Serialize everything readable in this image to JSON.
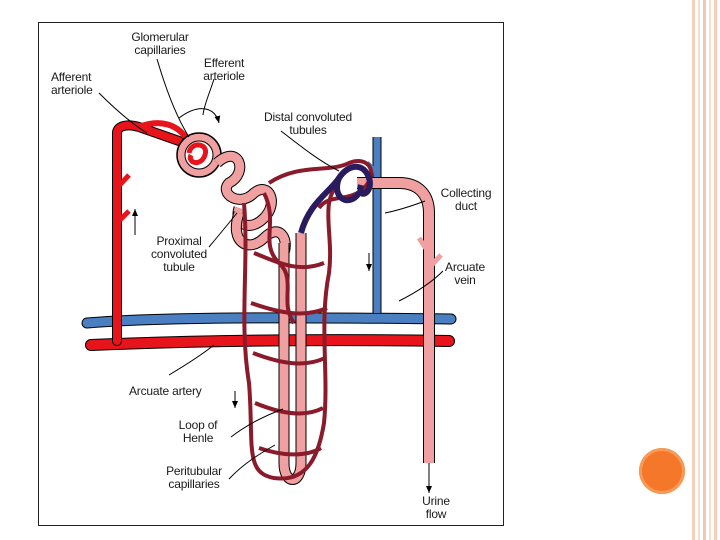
{
  "labels": {
    "glomerular": "Glomerular\ncapillaries",
    "efferent": "Efferent\narteriole",
    "afferent": "Afferent\narteriole",
    "distal": "Distal convoluted\ntubules",
    "collecting": "Collecting\nduct",
    "proximal": "Proximal\nconvoluted\ntubule",
    "arcuate_vein": "Arcuate\nvein",
    "arcuate_artery": "Arcuate artery",
    "loop": "Loop of\nHenle",
    "peritubular": "Peritubular\ncapillaries",
    "urine": "Urine\nflow"
  },
  "colors": {
    "artery": "#e8141c",
    "vein": "#4a7fc1",
    "tubule": "#f0a0a0",
    "capillary": "#8b1a2a",
    "distal": "#2a1a5e",
    "outline": "#000000",
    "accent": "#f5782a"
  }
}
